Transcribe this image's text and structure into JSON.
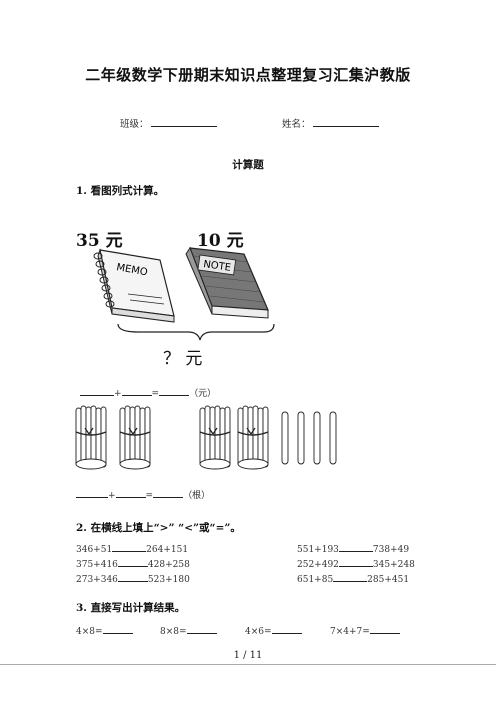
{
  "title": "二年级数学下册期末知识点整理复习汇集沪教版",
  "info": {
    "class_label": "班级：",
    "name_label": "姓名："
  },
  "section_title": "计算题",
  "q1": {
    "heading": "1.  看图列式计算。",
    "price_memo": "35 元",
    "price_note": "10 元",
    "total": "？ 元",
    "memo_text": "MEMO",
    "note_text": "NOTE",
    "eq1_plus": "+",
    "eq1_eq": "=",
    "eq1_unit": "（元）",
    "eq2_plus": "+",
    "eq2_eq": "=",
    "eq2_unit": "（根）"
  },
  "q2": {
    "heading": "2.  在横线上填上“>”  “<”或“=”。",
    "rows": [
      {
        "left": "346+51",
        "left2": "264+151",
        "right": "551+193",
        "right2": "738+49"
      },
      {
        "left": "375+416",
        "left2": "428+258",
        "right": "252+492",
        "right2": "345+248"
      },
      {
        "left": "273+346",
        "left2": "523+180",
        "right": "651+85",
        "right2": "285+451"
      }
    ]
  },
  "q3": {
    "heading": "3.  直接写出计算结果。",
    "items": [
      "4×8=",
      "8×8=",
      "4×6=",
      "7×4+7="
    ]
  },
  "footer": {
    "page": "1 / 11"
  }
}
